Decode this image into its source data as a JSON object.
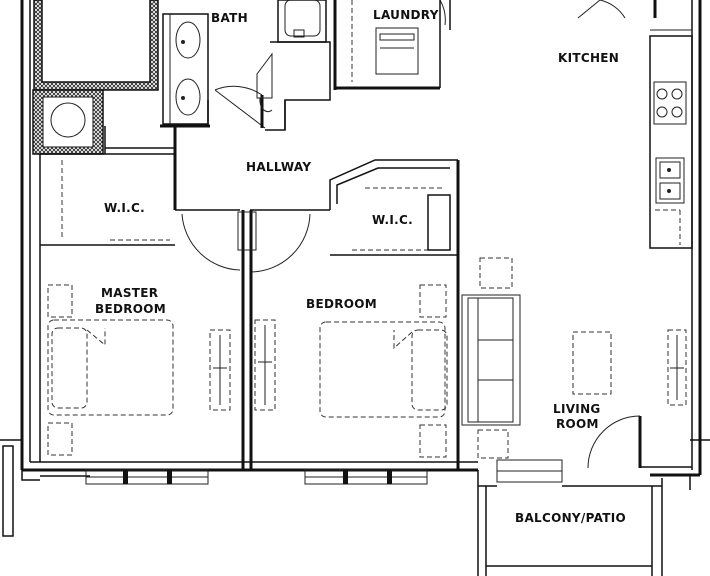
{
  "rooms": {
    "bath": "BATH",
    "laundry": "LAUNDRY",
    "kitchen": "KITCHEN",
    "hallway": "HALLWAY",
    "wic_master": "W.I.C.",
    "wic_bed": "W.I.C.",
    "master_line1": "MASTER",
    "master_line2": "BEDROOM",
    "bedroom": "BEDROOM",
    "living_line1": "LIVING",
    "living_line2": "ROOM",
    "balcony": "BALCONY/PATIO"
  }
}
